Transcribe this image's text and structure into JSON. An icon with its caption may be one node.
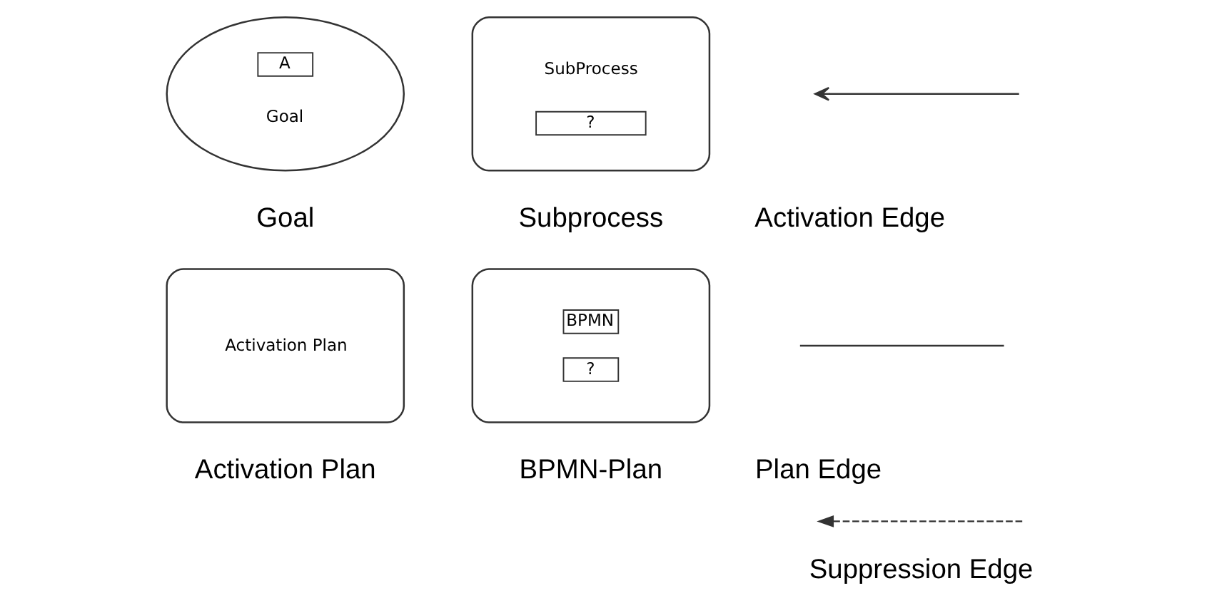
{
  "diagram": {
    "nodes": [
      {
        "text": [
          "A",
          "Goal"
        ],
        "beside": [
          "Goal"
        ]
      },
      {
        "text": [
          "SubProcess",
          "?"
        ],
        "beside": [
          "Subprocess"
        ]
      },
      {
        "text": [
          "Activation Plan"
        ],
        "beside": [
          "Activation Plan"
        ]
      },
      {
        "text": [
          "BPMN",
          "?"
        ],
        "beside": [
          "BPMN-Plan"
        ]
      }
    ],
    "edges": [],
    "legend": [
      {
        "text": "Activation Edge"
      },
      {
        "text": "Plan Edge"
      },
      {
        "text": "Suppression Edge"
      }
    ]
  }
}
